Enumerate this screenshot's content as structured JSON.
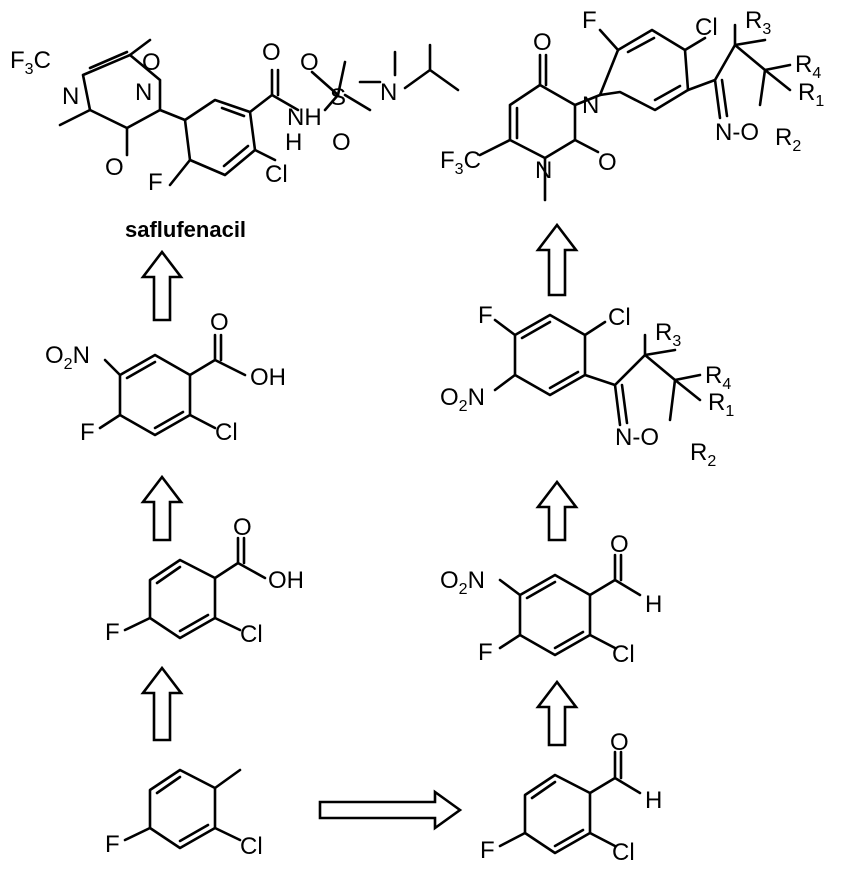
{
  "labels": {
    "cf3": "F",
    "three": "3",
    "c": "C",
    "o": "O",
    "n": "N",
    "f": "F",
    "cl": "Cl",
    "s": "S",
    "h": "H",
    "nh": "NH",
    "oh": "OH",
    "no2_o": "O",
    "two": "2",
    "no2_n": "N",
    "r": "R",
    "r1": "1",
    "r2": "2",
    "r3": "3",
    "r4": "4",
    "n_o": "N-O",
    "saflufenacil": "saflufenacil"
  }
}
